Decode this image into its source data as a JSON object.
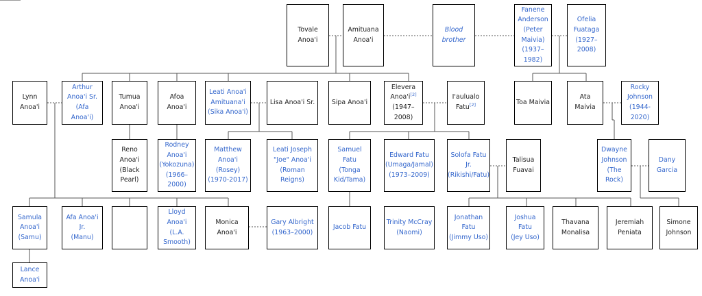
{
  "people": {
    "tovale": {
      "text": "Tovale Anoa'i"
    },
    "amituana": {
      "text": "Amituana\nAnoa'i"
    },
    "blood_brother": {
      "text": "Blood brother"
    },
    "fanene": {
      "text": "Fanene\nAnderson\n(Peter\nMaivia)\n(1937–\n1982)"
    },
    "ofelia": {
      "text": "Ofelia\nFuataga\n(1927–\n2008)"
    },
    "lynn": {
      "text": "Lynn\nAnoa'i"
    },
    "arthur": {
      "text": "Arthur\nAnoa'i Sr.\n(Afa Anoa'i)"
    },
    "tumua": {
      "text": "Tumua\nAnoa'i"
    },
    "afoa": {
      "text": "Afoa Anoa'i"
    },
    "leati": {
      "text": "Leati Anoa'i\nAmituana'i\n(Sika Anoa'i)"
    },
    "lisa": {
      "text": "Lisa Anoa'i Sr."
    },
    "sipa": {
      "text": "Sipa Anoa'i"
    },
    "elevera": {
      "text": "Elevera\nAnoa'i",
      "sup": "[2]",
      "after": "(1947–2008)"
    },
    "iaulualo": {
      "text": "I'aulualo\nFatu",
      "sup": "[2]"
    },
    "toa": {
      "text": "Toa Maivia"
    },
    "ata": {
      "text": "Ata Maivia"
    },
    "rocky": {
      "text": "Rocky\nJohnson\n(1944-\n2020)"
    },
    "reno": {
      "text": "Reno\nAnoa'i\n(Black\nPearl)"
    },
    "rodney": {
      "text": "Rodney\nAnoa'i\n(Yokozuna)\n(1966–\n2000)"
    },
    "matthew": {
      "text": "Matthew\nAnoa'i\n(Rosey)\n(1970-2017)"
    },
    "leati_joseph": {
      "text": "Leati Joseph\n\"Joe\" Anoa'i\n(Roman\nReigns)"
    },
    "samuel": {
      "text": "Samuel Fatu\n(Tonga\nKid/Tama)"
    },
    "edward": {
      "text": "Edward Fatu\n(Umaga/Jamal)\n(1973–2009)"
    },
    "solofa": {
      "text": "Solofa Fatu\nJr.\n(Rikishi/Fatu)"
    },
    "talisua": {
      "text": "Talisua\nFuavai"
    },
    "dwayne": {
      "text": "Dwayne\nJohnson\n(The Rock)"
    },
    "dany": {
      "text": "Dany\nGarcia"
    },
    "samula": {
      "text": "Samula\nAnoa'i\n(Samu)"
    },
    "afa_jr": {
      "text": "Afa Anoa'i\nJr.\n(Manu)"
    },
    "blank": {
      "text": ""
    },
    "lloyd": {
      "text": "Lloyd\nAnoa'i\n(L.A.\nSmooth)"
    },
    "monica": {
      "text": "Monica Anoa'i"
    },
    "gary": {
      "text": "Gary Albright\n(1963–2000)"
    },
    "jacob": {
      "text": "Jacob Fatu"
    },
    "trinity": {
      "text": "Trinity McCray\n(Naomi)"
    },
    "jonathan": {
      "text": "Jonathan\nFatu\n(Jimmy Uso)"
    },
    "joshua": {
      "text": "Joshua\nFatu\n(Jey Uso)"
    },
    "thavana": {
      "text": "Thavana\nMonalisa"
    },
    "jeremiah": {
      "text": "Jeremiah\nPeniata"
    },
    "simone": {
      "text": "Simone\nJohnson"
    },
    "lance": {
      "text": "Lance\nAnoa'i"
    }
  },
  "colors": {
    "link": "#3366cc",
    "text": "#222222",
    "border": "#000000",
    "line": "#555555"
  }
}
